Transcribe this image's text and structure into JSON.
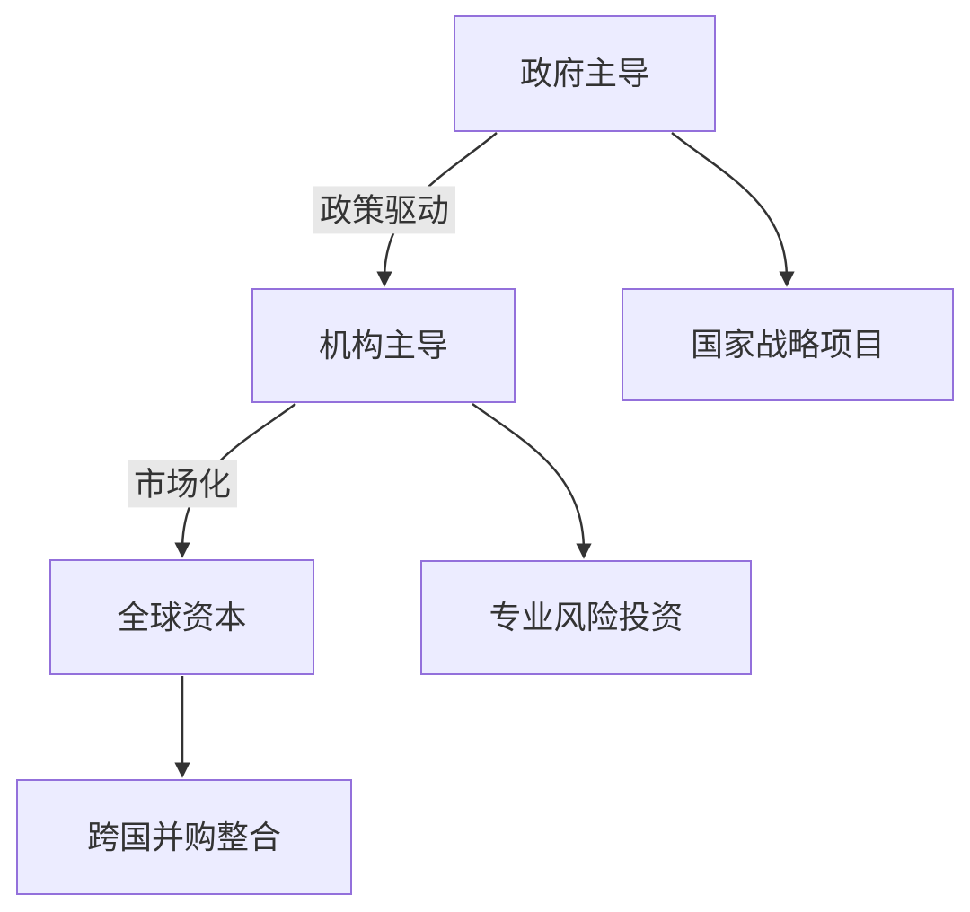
{
  "diagram": {
    "type": "flowchart",
    "direction": "top-down",
    "colors": {
      "background": "#ffffff",
      "node_fill": "#ECECFF",
      "node_border": "#9370DB",
      "node_text": "#333333",
      "edge_stroke": "#333333",
      "arrowhead_fill": "#333333",
      "edge_label_bg": "#e8e8e8",
      "edge_label_text": "#333333"
    },
    "nodes": [
      {
        "id": "government-led",
        "label": "政府主导"
      },
      {
        "id": "institution-led",
        "label": "机构主导"
      },
      {
        "id": "national-strategic-projects",
        "label": "国家战略项目"
      },
      {
        "id": "global-capital",
        "label": "全球资本"
      },
      {
        "id": "professional-venture-capital",
        "label": "专业风险投资"
      },
      {
        "id": "cross-border-ma-integration",
        "label": "跨国并购整合"
      }
    ],
    "edges": [
      {
        "from": "政府主导",
        "to": "机构主导",
        "label": "政策驱动",
        "arrow": "filled-triangle"
      },
      {
        "from": "政府主导",
        "to": "国家战略项目",
        "label": "",
        "arrow": "filled-triangle"
      },
      {
        "from": "机构主导",
        "to": "全球资本",
        "label": "市场化",
        "arrow": "filled-triangle"
      },
      {
        "from": "机构主导",
        "to": "专业风险投资",
        "label": "",
        "arrow": "filled-triangle"
      },
      {
        "from": "全球资本",
        "to": "跨国并购整合",
        "label": "",
        "arrow": "filled-triangle"
      }
    ]
  }
}
